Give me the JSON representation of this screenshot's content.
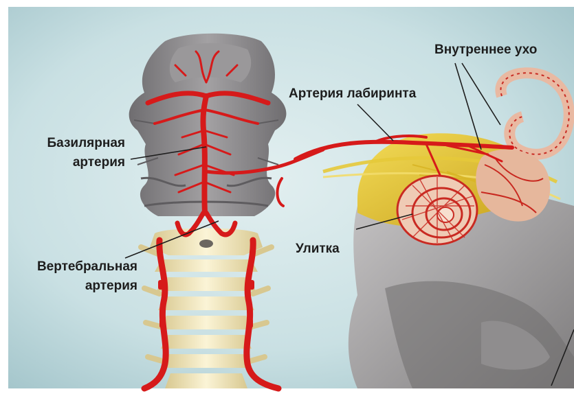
{
  "labels": {
    "inner_ear": "Внутреннее ухо",
    "labyrinth_artery": "Артерия лабиринта",
    "basilar_artery_1": "Базилярная",
    "basilar_artery_2": "артерия",
    "cochlea": "Улитка",
    "vertebral_artery_1": "Вертебральная",
    "vertebral_artery_2": "артерия"
  },
  "colors": {
    "background": "#cfe3e6",
    "artery": "#d61a1a",
    "nerve": "#e8c832",
    "bone": "#f6ecc6",
    "brainstem": "#8c8a8c",
    "skull_gray": "#a7a5a6"
  }
}
